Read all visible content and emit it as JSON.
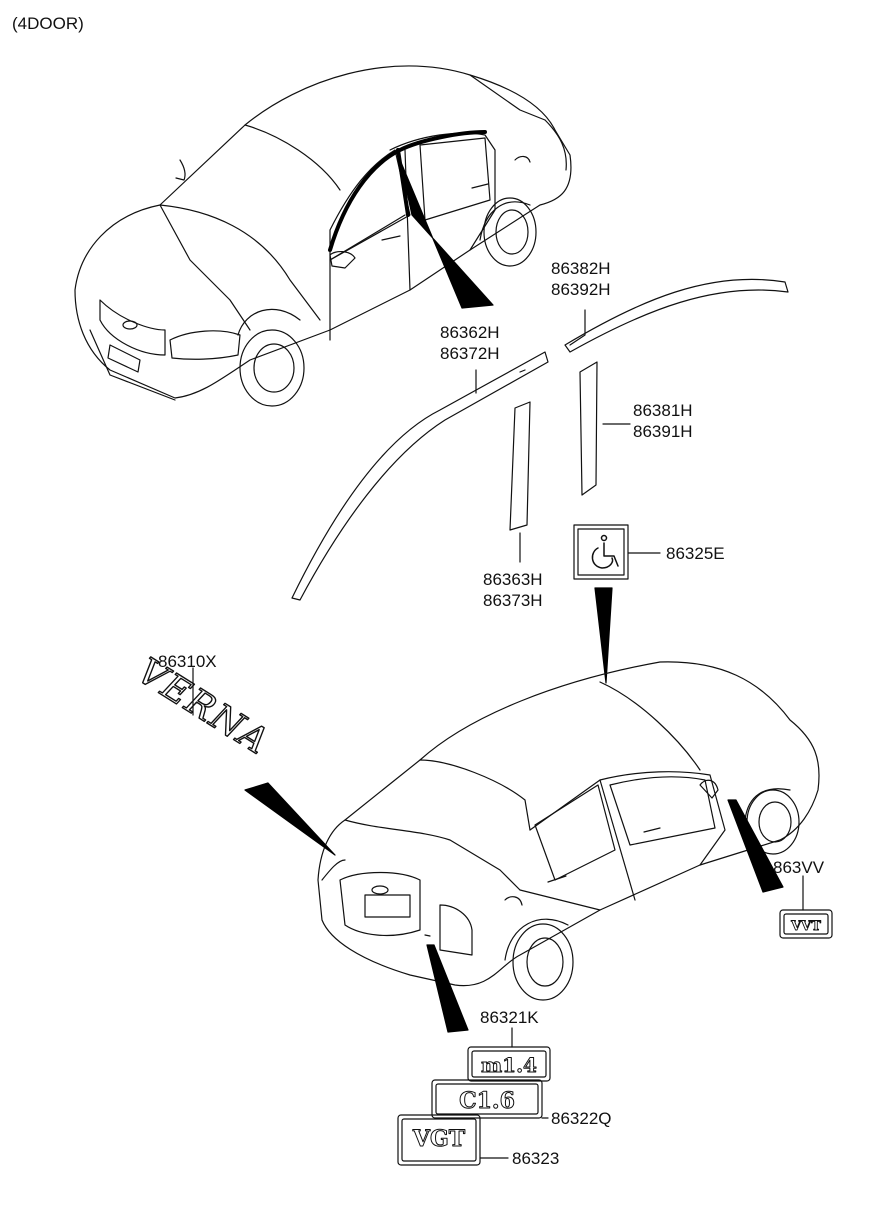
{
  "header": {
    "title": "(4DOOR)"
  },
  "callouts": {
    "upper_rear_molding": [
      "86382H",
      "86392H"
    ],
    "upper_front_molding": [
      "86362H",
      "86372H"
    ],
    "rear_pillar_garnish": [
      "86381H",
      "86391H"
    ],
    "front_pillar_garnish": [
      "86363H",
      "86373H"
    ],
    "disabled_sticker": "86325E",
    "verna_emblem": "86310X",
    "vvt_emblem": "863VV",
    "rear_emblem_a": "86321K",
    "rear_emblem_b": "86322Q",
    "rear_emblem_c": "86323"
  },
  "emblems": {
    "verna_text": "VERNA",
    "vvt_text": "VVT",
    "a_text": "m1.4",
    "b_text": "C1.6",
    "c_text": "VGT"
  },
  "icons": {
    "disabled_sticker": "wheelchair-icon"
  }
}
